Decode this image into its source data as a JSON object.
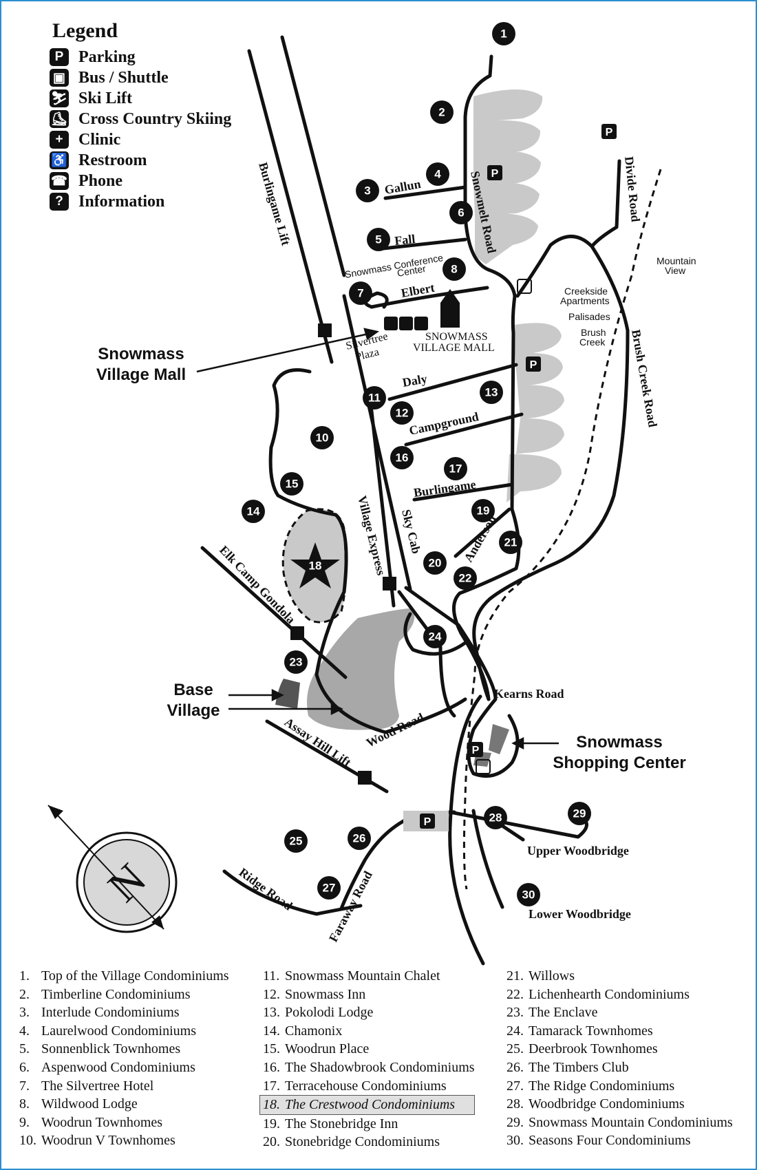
{
  "legend": {
    "title": "Legend",
    "items": [
      {
        "icon": "parking-icon",
        "glyph": "P",
        "label": "Parking"
      },
      {
        "icon": "bus-shuttle-icon",
        "glyph": "▣",
        "label": "Bus / Shuttle"
      },
      {
        "icon": "ski-lift-icon",
        "glyph": "⛷",
        "label": "Ski Lift"
      },
      {
        "icon": "cross-country-skiing-icon",
        "glyph": "⛸",
        "label": "Cross Country Skiing"
      },
      {
        "icon": "clinic-icon",
        "glyph": "+",
        "label": "Clinic"
      },
      {
        "icon": "restroom-icon",
        "glyph": "♿",
        "label": "Restroom"
      },
      {
        "icon": "phone-icon",
        "glyph": "☎",
        "label": "Phone"
      },
      {
        "icon": "information-icon",
        "glyph": "?",
        "label": "Information"
      }
    ]
  },
  "callouts": {
    "mall": [
      "Snowmass",
      "Village Mall"
    ],
    "base": [
      "Base",
      "Village"
    ],
    "shopping": [
      "Snowmass",
      "Shopping Center"
    ]
  },
  "roads": {
    "gallun": "Gallun",
    "fall": "Fall",
    "elbert": "Elbert",
    "snowmelt": "Snowmelt Road",
    "divide": "Divide Road",
    "brush_creek": "Brush Creek Road",
    "daly": "Daly",
    "campground": "Campground",
    "burlingame": "Burlingame",
    "anderson": "Anderson",
    "kearns": "Kearns Road",
    "wood": "Wood Road",
    "upper_woodbridge": "Upper Woodbridge",
    "lower_woodbridge": "Lower Woodbridge",
    "ridge": "Ridge Road",
    "faraway": "Faraway Road"
  },
  "lifts": {
    "burlingame": "Burlingame Lift",
    "village_express": "Village Express",
    "sky_cab": "Sky Cab",
    "elk_camp": "Elk Camp Gondola",
    "assay_hill": "Assay Hill Lift"
  },
  "places": {
    "conference": [
      "Snowmass Conference",
      "Center"
    ],
    "silvertree": [
      "Silvertree",
      "Plaza"
    ],
    "mall_label": [
      "SNOWMASS",
      "VILLAGE MALL"
    ],
    "mountain_view": [
      "Mountain",
      "View"
    ],
    "creekside": [
      "Creekside",
      "Apartments"
    ],
    "palisades": "Palisades",
    "brush_creek": [
      "Brush",
      "Creek"
    ]
  },
  "markers": [
    "1",
    "2",
    "3",
    "4",
    "5",
    "6",
    "7",
    "8",
    "10",
    "11",
    "12",
    "13",
    "14",
    "15",
    "16",
    "17",
    "18",
    "19",
    "20",
    "21",
    "22",
    "23",
    "24",
    "25",
    "26",
    "27",
    "28",
    "29",
    "30"
  ],
  "index": [
    {
      "n": "1.",
      "name": "Top of the Village Condominiums"
    },
    {
      "n": "2.",
      "name": "Timberline Condominiums"
    },
    {
      "n": "3.",
      "name": "Interlude Condominiums"
    },
    {
      "n": "4.",
      "name": "Laurelwood Condominiums"
    },
    {
      "n": "5.",
      "name": "Sonnenblick Townhomes"
    },
    {
      "n": "6.",
      "name": "Aspenwood Condominiums"
    },
    {
      "n": "7.",
      "name": "The Silvertree Hotel"
    },
    {
      "n": "8.",
      "name": "Wildwood Lodge"
    },
    {
      "n": "9.",
      "name": "Woodrun Townhomes"
    },
    {
      "n": "10.",
      "name": "Woodrun V Townhomes"
    },
    {
      "n": "11.",
      "name": "Snowmass Mountain Chalet"
    },
    {
      "n": "12.",
      "name": "Snowmass Inn"
    },
    {
      "n": "13.",
      "name": "Pokolodi Lodge"
    },
    {
      "n": "14.",
      "name": "Chamonix"
    },
    {
      "n": "15.",
      "name": "Woodrun Place"
    },
    {
      "n": "16.",
      "name": "The Shadowbrook Condominiums"
    },
    {
      "n": "17.",
      "name": "Terracehouse Condominiums"
    },
    {
      "n": "18.",
      "name": "The Crestwood Condominiums"
    },
    {
      "n": "19.",
      "name": "The Stonebridge Inn"
    },
    {
      "n": "20.",
      "name": "Stonebridge Condominiums"
    },
    {
      "n": "21.",
      "name": "Willows"
    },
    {
      "n": "22.",
      "name": "Lichenhearth Condominiums"
    },
    {
      "n": "23.",
      "name": "The Enclave"
    },
    {
      "n": "24.",
      "name": "Tamarack Townhomes"
    },
    {
      "n": "25.",
      "name": "Deerbrook Townhomes"
    },
    {
      "n": "26.",
      "name": "The Timbers Club"
    },
    {
      "n": "27.",
      "name": "The Ridge Condominiums"
    },
    {
      "n": "28.",
      "name": "Woodbridge Condominiums"
    },
    {
      "n": "29.",
      "name": "Snowmass Mountain Condominiums"
    },
    {
      "n": "30.",
      "name": "Seasons Four Condominiums"
    }
  ],
  "highlighted": "18",
  "compass_letter": "N",
  "colors": {
    "ski_area": "#c9c9c9",
    "base_village": "#a8a8a8",
    "highlight_bg": "#e0e0e0",
    "frame": "#2a8fcf"
  }
}
